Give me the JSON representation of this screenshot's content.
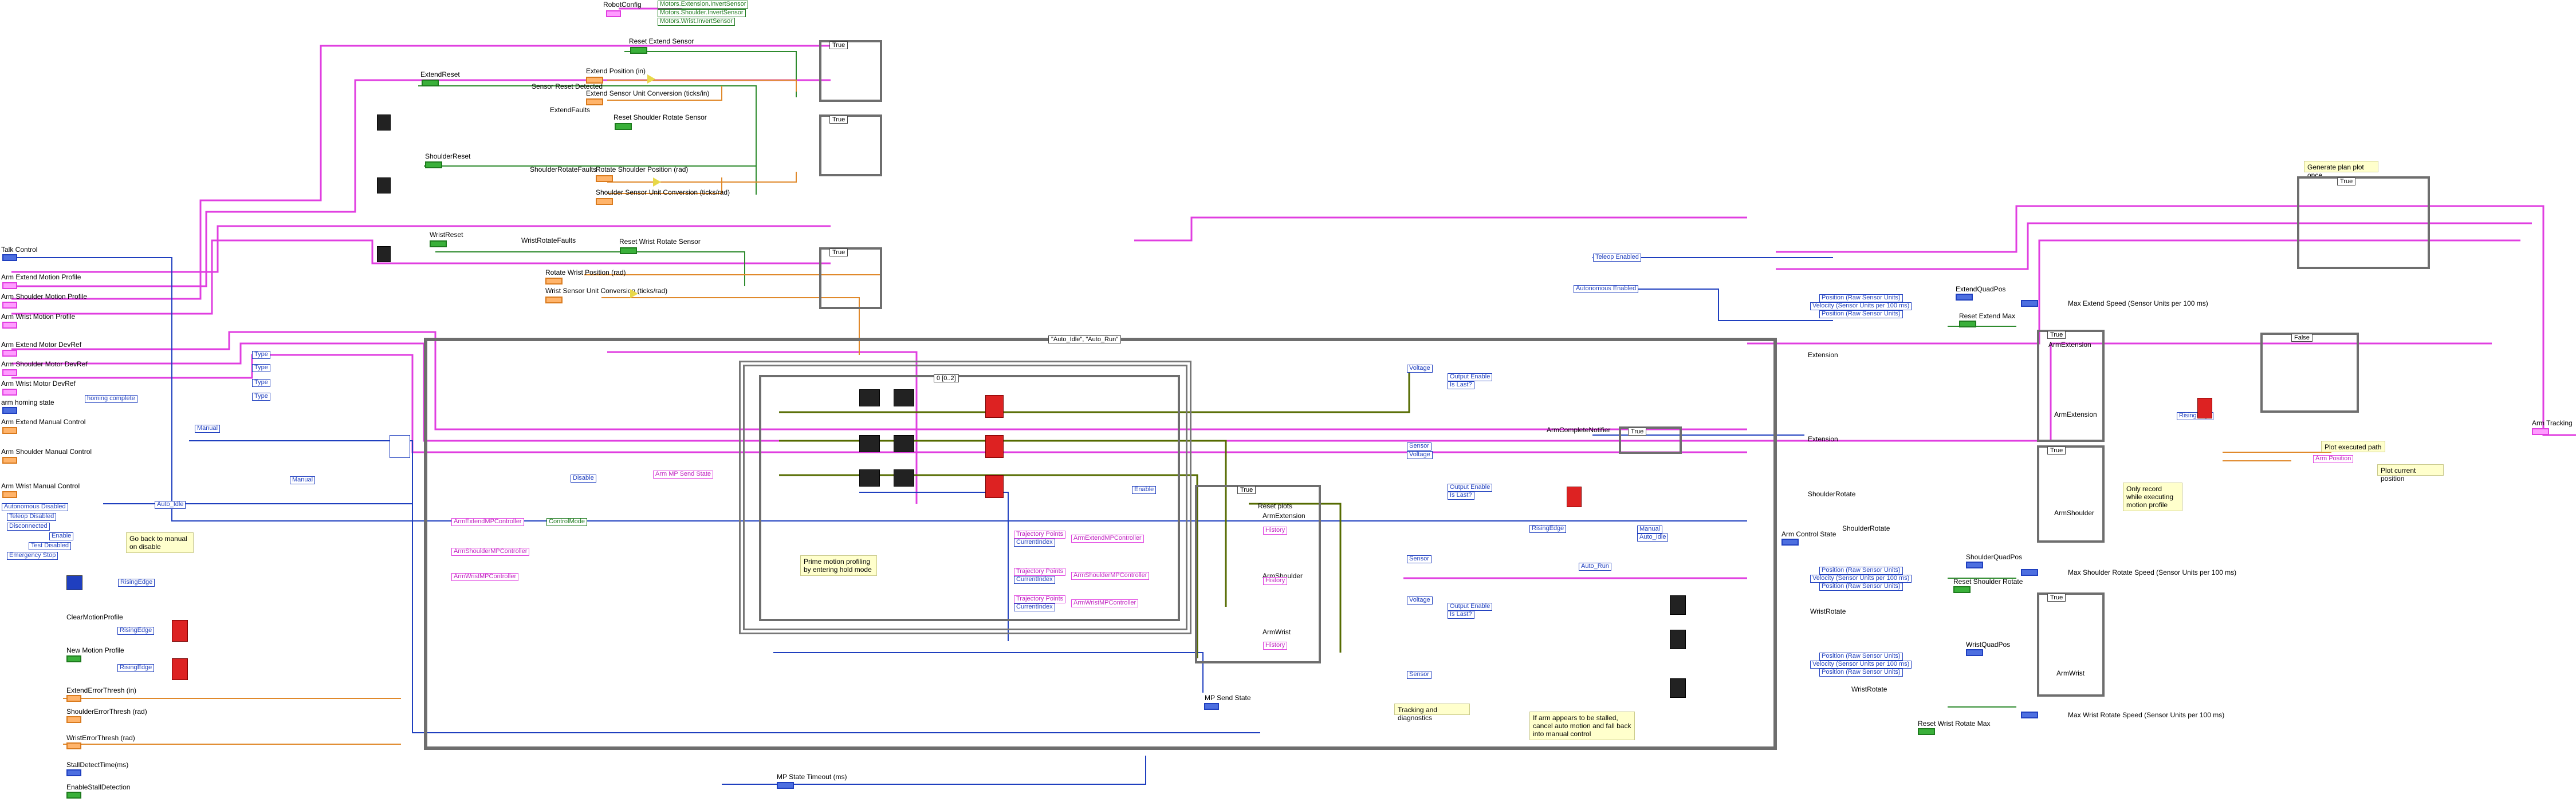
{
  "colors": {
    "wire_pink": "#e03ee0",
    "wire_blue": "#1f3fbf",
    "wire_green": "#2e8b2e",
    "wire_orange": "#e0892b",
    "wire_olive": "#556b00",
    "frame_gray": "#6e6e6e",
    "note_yellow": "#ffffcc"
  },
  "top": {
    "robot_config": "RobotConfig",
    "invert_1": "Motors.Extension.InvertSensor",
    "invert_2": "Motors.Shoulder.InvertSensor",
    "invert_3": "Motors.Wrist.InvertSensor"
  },
  "extend": {
    "reset_sensor": "Reset Extend Sensor",
    "extend_reset": "ExtendReset",
    "sensor_reset_detected": "Sensor Reset Detected",
    "position": "Extend Position (in)",
    "unit_conversion": "Extend Sensor Unit Conversion (ticks/in)",
    "faults": "ExtendFaults",
    "case_true": "True"
  },
  "shoulder": {
    "reset_sensor": "Reset Shoulder Rotate Sensor",
    "shoulder_reset": "ShoulderReset",
    "rotate_faults": "ShoulderRotateFaults",
    "position": "Rotate Shoulder Position (rad)",
    "unit_conversion": "Shoulder Sensor Unit Conversion (ticks/rad)",
    "case_true": "True"
  },
  "wrist": {
    "wrist_reset": "WristReset",
    "rotate_faults": "WristRotateFaults",
    "reset_sensor": "Reset Wrist Rotate Sensor",
    "position": "Rotate Wrist Position (rad)",
    "unit_conversion": "Wrist Sensor Unit Conversion (ticks/rad)",
    "case_true": "True"
  },
  "left": {
    "talk_control": "Talk Control",
    "arm_extend_profile": "Arm Extend Motion Profile",
    "arm_shoulder_profile": "Arm Shoulder Motion Profile",
    "arm_wrist_profile": "Arm Wrist Motion Profile",
    "arm_extend_devref": "Arm Extend Motor DevRef",
    "arm_shoulder_devref": "Arm Shoulder Motor DevRef",
    "arm_wrist_devref": "Arm Wrist Motor DevRef",
    "arm_homing_state": "arm homing state",
    "homing_complete": "homing complete",
    "arm_extend_manual": "Arm Extend Manual Control",
    "arm_shoulder_manual": "Arm Shoulder Manual Control",
    "arm_wrist_manual": "Arm Wrist Manual Control",
    "autonomous_disabled": "Autonomous Disabled",
    "teleop_disabled": "Teleop Disabled",
    "disconnected": "Disconnected",
    "enable": "Enable",
    "test_disabled": "Test Disabled",
    "emergency_stop": "Emergency Stop",
    "go_back_note": "Go back to manual on disable",
    "rising_edge": "RisingEdge",
    "clear_motion_profile": "ClearMotionProfile",
    "new_motion_profile": "New Motion Profile",
    "extend_error_thresh": "ExtendErrorThresh (in)",
    "shoulder_error_thresh": "ShoulderErrorThresh (rad)",
    "wrist_error_thresh": "WristErrorThresh (rad)",
    "stall_detect_time": "StallDetectTime(ms)",
    "enable_stall_detection": "EnableStallDetection",
    "manual": "Manual",
    "auto_idle": "Auto_Idle",
    "type": "Type"
  },
  "main": {
    "case_selector": "\"Auto_Idle\", \"Auto_Run\"",
    "inner_selector": "0 [0..2]",
    "disable": "Disable",
    "arm_mp_send_state": "Arm MP Send State",
    "prime_note": "Prime motion profiling by entering hold mode",
    "arm_extend_mp_controller": "ArmExtendMPController",
    "arm_shoulder_mp_controller": "ArmShoulderMPController",
    "arm_wrist_mp_controller": "ArmWristMPController",
    "control_mode": "ControlMode",
    "trajectory_points": "Trajectory Points",
    "current_index": "CurrentIndex",
    "enable_label": "Enable",
    "mp_send_state": "MP Send State",
    "mp_state_timeout": "MP State Timeout (ms)",
    "reset_plots": "Reset plots",
    "arm_extension": "ArmExtension",
    "arm_shoulder": "ArmShoulder",
    "arm_wrist": "ArmWrist",
    "history": "History",
    "tracking_note": "Tracking and diagnostics",
    "stalled_note": "If arm appears to be stalled, cancel auto motion and fall back into manual control",
    "case_true": "True"
  },
  "mid": {
    "voltage": "Voltage",
    "sensor": "Sensor",
    "output_enable": "Output Enable",
    "is_last": "Is Last?",
    "arm_complete_notifier": "ArmCompleteNotifier",
    "rising_edge": "RisingEdge",
    "auto_run": "Auto_Run",
    "manual": "Manual",
    "auto_idle": "Auto_Idle",
    "arm_control_state": "Arm Control State",
    "case_true": "True"
  },
  "right": {
    "teleop_enabled": "Teleop Enabled",
    "autonomous_enabled": "Autonomous Enabled",
    "position_raw": "Position (Raw Sensor Units)",
    "velocity": "Velocity (Sensor Units per 100 ms)",
    "extend_quad_pos": "ExtendQuadPos",
    "max_extend_speed": "Max Extend Speed (Sensor Units per 100 ms)",
    "reset_extend_max": "Reset Extend Max",
    "extension": "Extension",
    "arm_extension": "ArmExtension",
    "shoulder_rotate": "ShoulderRotate",
    "shoulder_quad_pos": "ShoulderQuadPos",
    "reset_shoulder_rotate": "Reset Shoulder Rotate",
    "max_shoulder_speed": "Max Shoulder Rotate Speed (Sensor Units per 100 ms)",
    "arm_shoulder": "ArmShoulder",
    "wrist_rotate": "WristRotate",
    "wrist_quad_pos": "WristQuadPos",
    "reset_wrist_rotate_max": "Reset Wrist Rotate Max",
    "max_wrist_speed": "Max Wrist Rotate Speed (Sensor Units per 100 ms)",
    "arm_wrist": "ArmWrist",
    "only_record_note": "Only record while executing motion profile",
    "generate_plan_plot": "Generate plan plot once",
    "plot_executed_path": "Plot executed path",
    "plot_current_position": "Plot current position",
    "arm_position": "Arm Position",
    "arm_tracking": "Arm Tracking",
    "case_true": "True",
    "case_false": "False",
    "rising_edge": "RisingEdge"
  }
}
